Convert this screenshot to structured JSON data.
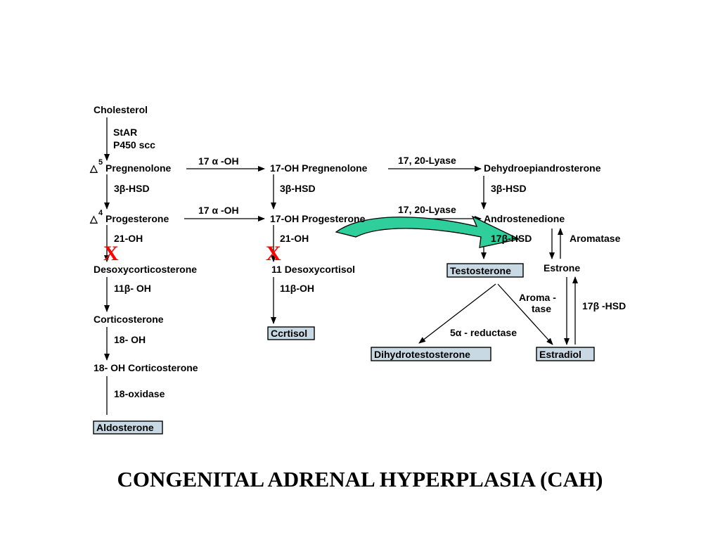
{
  "title": "CONGENITAL ADRENAL HYPERPLASIA (CAH)",
  "block_marker": "X",
  "nodes": {
    "cholesterol": "Cholesterol",
    "pregnenolone_prefix": "△",
    "pregnenolone_sup": "5",
    "pregnenolone": "Pregnenolone",
    "progesterone_prefix": "△",
    "progesterone_sup": "4",
    "progesterone": "Progesterone",
    "desoxycorticosterone": "Desoxycorticosterone",
    "corticosterone": "Corticosterone",
    "oh18_corticosterone": "18- OH  Corticosterone",
    "aldosterone": "Aldosterone",
    "oh17_pregnenolone": "17-OH  Pregnenolone",
    "oh17_progesterone": "17-OH  Progesterone",
    "desoxycortisol": "11  Desoxycortisol",
    "cortisol": "Ccrtisol",
    "dhea": "Dehydroepiandrosterone",
    "androstenedione": "Androstenedione",
    "testosterone": "Testosterone",
    "estrone": "Estrone",
    "dht": "Dihydrotestosterone",
    "estradiol": "Estradiol"
  },
  "enzymes": {
    "star": "StAR",
    "p450scc": "P450 scc",
    "hsd3b_1": "3β-HSD",
    "oh21_1": "21-OH",
    "oh11b_1": "11β- OH",
    "oh18": "18- OH",
    "oxidase18": "18-oxidase",
    "oh17a_1": "17 α -OH",
    "oh17a_2": "17 α -OH",
    "hsd3b_2": "3β-HSD",
    "oh21_2": "21-OH",
    "oh11b_2": "11β-OH",
    "lyase_1": "17, 20-Lyase",
    "lyase_2": "17, 20-Lyase",
    "hsd3b_3": "3β-HSD",
    "hsd17b_1": "17β-HSD",
    "aromatase": "Aromatase",
    "aroma_1": "Aroma -",
    "aroma_2": "tase",
    "hsd17b_2": "17β -HSD",
    "reductase": "5α - reductase"
  },
  "colors": {
    "box_fill": "#c9d9e4",
    "block_marker": "#ff0000",
    "shunt_arrow": "#2ecf9a"
  }
}
